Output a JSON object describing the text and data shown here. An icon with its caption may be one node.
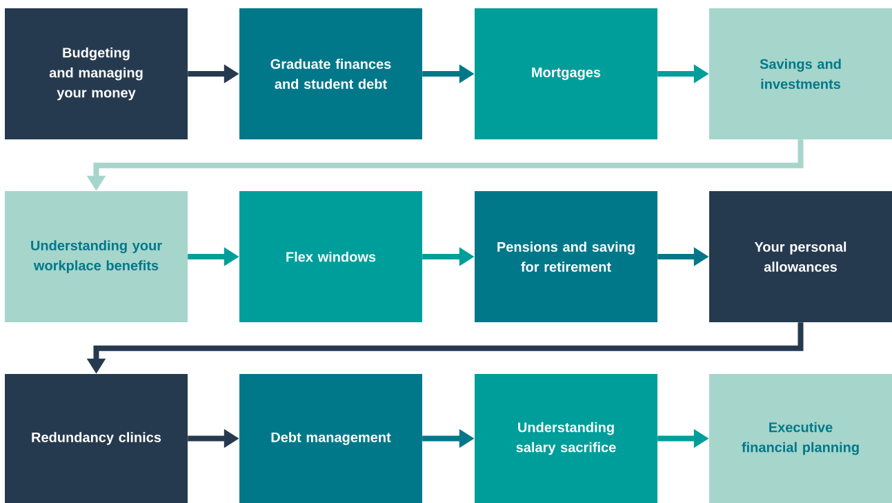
{
  "diagram": {
    "nodes": [
      {
        "text": [
          "Budgeting and managing your money"
        ]
      },
      {
        "text": [
          "Graduate finances and student debt"
        ]
      },
      {
        "text": [
          "Mortgages"
        ]
      },
      {
        "text": [
          "Savings and investments"
        ]
      },
      {
        "text": [
          "Understanding your workplace benefits"
        ]
      },
      {
        "text": [
          "Flex windows"
        ]
      },
      {
        "text": [
          "Pensions and saving for retirement"
        ]
      },
      {
        "text": [
          "Your personal allowances"
        ]
      },
      {
        "text": [
          "Redundancy clinics"
        ]
      },
      {
        "text": [
          "Debt management"
        ]
      },
      {
        "text": [
          "Understanding salary sacrifice"
        ]
      },
      {
        "text": [
          "Executive financial planning"
        ]
      }
    ],
    "edges": [
      {
        "from": 0,
        "to": 1,
        "arrow": "to",
        "color": "#263a4f"
      },
      {
        "from": 1,
        "to": 2,
        "arrow": "to",
        "color": "#00788a"
      },
      {
        "from": 2,
        "to": 3,
        "arrow": "to",
        "color": "#009e9a"
      },
      {
        "from": 3,
        "to": 4,
        "arrow": "to",
        "color": "#a6d5cb"
      },
      {
        "from": 4,
        "to": 5,
        "arrow": "to",
        "color": "#009e9a"
      },
      {
        "from": 5,
        "to": 6,
        "arrow": "to",
        "color": "#009e9a"
      },
      {
        "from": 6,
        "to": 7,
        "arrow": "to",
        "color": "#00788a"
      },
      {
        "from": 7,
        "to": 8,
        "arrow": "to",
        "color": "#263a4f"
      },
      {
        "from": 8,
        "to": 9,
        "arrow": "to",
        "color": "#263a4f"
      },
      {
        "from": 9,
        "to": 10,
        "arrow": "to",
        "color": "#00788a"
      },
      {
        "from": 10,
        "to": 11,
        "arrow": "to",
        "color": "#009e9a"
      }
    ]
  }
}
